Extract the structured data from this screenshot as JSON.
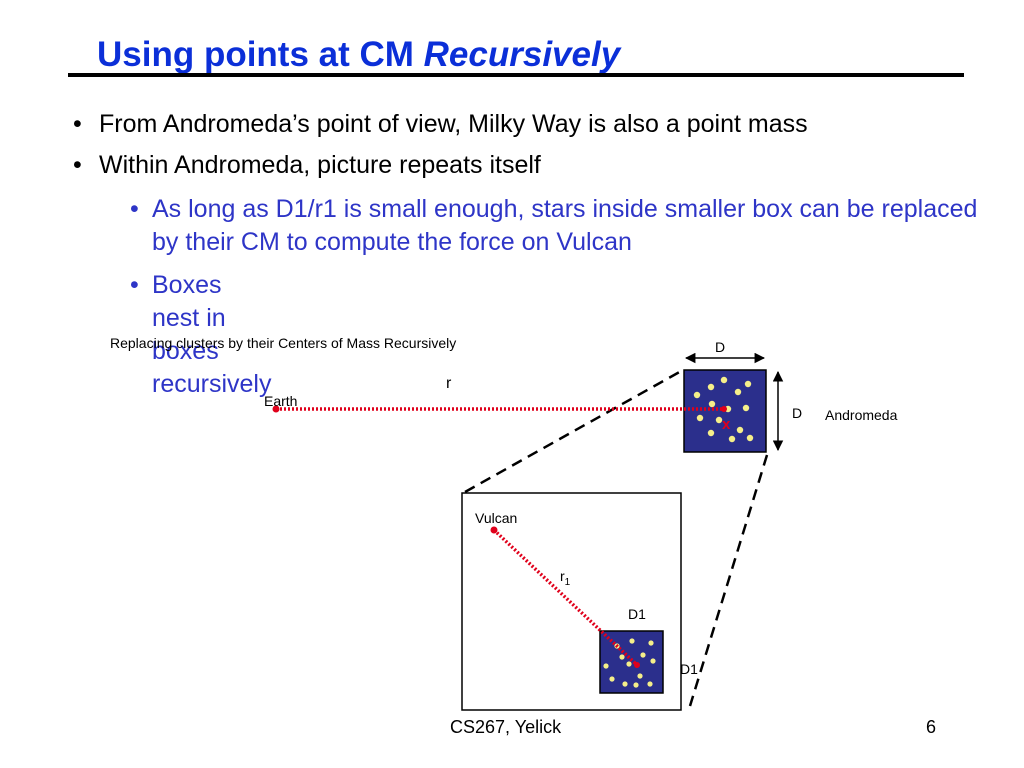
{
  "slide": {
    "title_plain": "Using points at CM ",
    "title_italic": "Recursively",
    "bullets": [
      "From Andromeda’s point of view, Milky Way is also a point mass",
      "Within Andromeda, picture repeats itself"
    ],
    "sub_bullets": [
      "As long as D1/r1 is small enough, stars inside smaller box can be replaced by their CM to compute the force on Vulcan",
      "Boxes nest in boxes recursively"
    ],
    "bullet_glyph": "•"
  },
  "diagram": {
    "caption": "Replacing clusters by their Centers of Mass Recursively",
    "earth_label": "Earth",
    "r_label": "r",
    "d_top_label": "D",
    "d_side_label": "D",
    "andromeda_label": "Andromeda",
    "cm_mark": "x",
    "vulcan_label": "Vulcan",
    "r1_label": "r",
    "r1_subscript": "1",
    "d1_top_label": "D1",
    "d1_side_label": "D1"
  },
  "footer": {
    "course": "CS267, Yelick",
    "page_number": "6"
  },
  "colors": {
    "title": "#0b2fd8",
    "sub_bullet": "#2e35c7",
    "box_fill": "#2b2f8c",
    "star": "#f5ef8a",
    "line_red": "#e0001b"
  }
}
